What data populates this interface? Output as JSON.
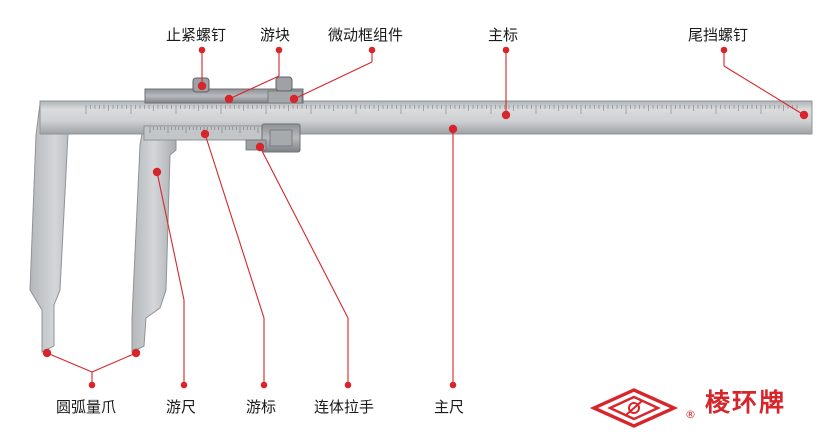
{
  "labels": {
    "stop_screw": "止紧螺钉",
    "slider_block": "游块",
    "fine_adjust": "微动框组件",
    "main_scale": "主标",
    "end_screw": "尾挡螺钉",
    "arc_jaw": "圆弧量爪",
    "vernier_jaw": "游尺",
    "vernier_scale": "游标",
    "connecting_handle": "连体拉手",
    "main_beam": "主尺"
  },
  "brand": {
    "name": "棱环牌",
    "registered": "®"
  },
  "colors": {
    "accent": "#d6262c",
    "steel": "#c9cbcd",
    "steel_dark": "#9a9ea2",
    "text": "#1a1a1a"
  }
}
